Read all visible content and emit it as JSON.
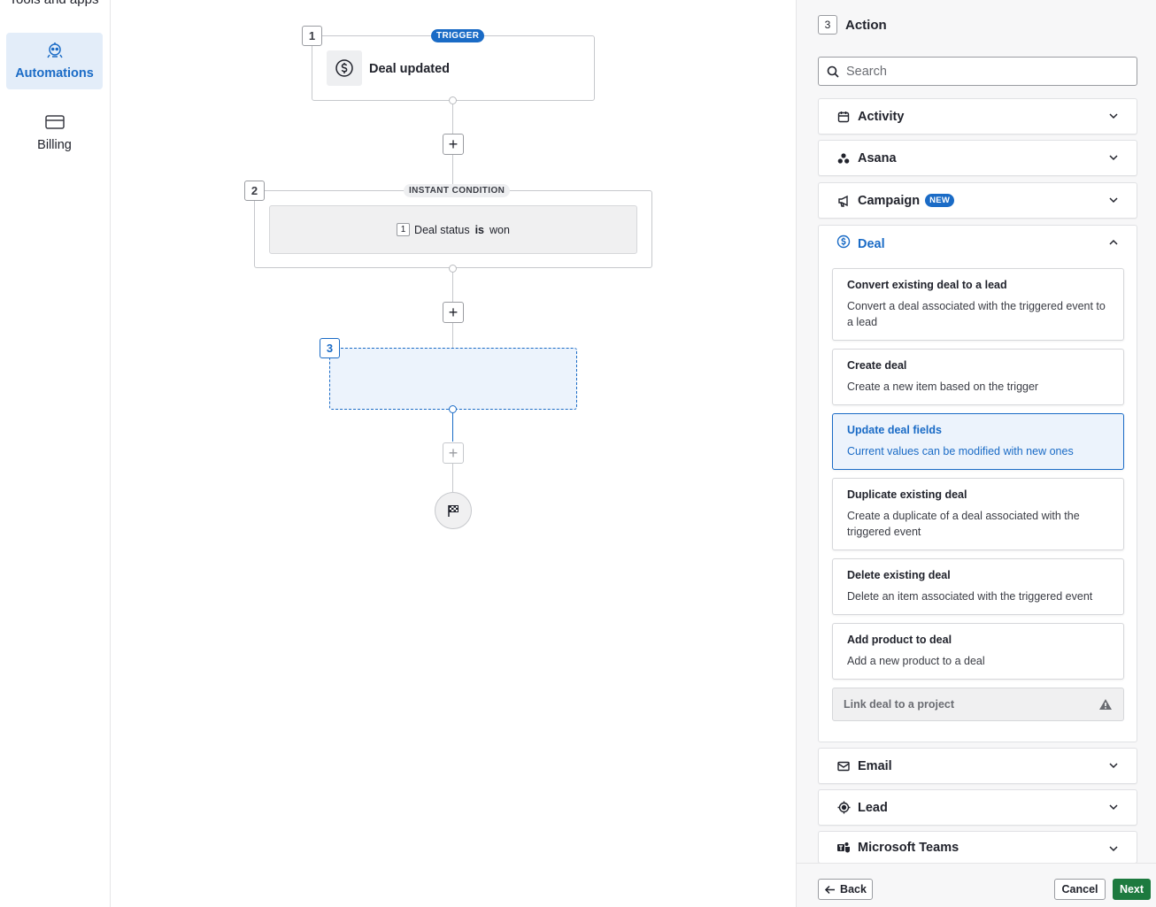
{
  "leftnav": {
    "top_label": "Tools and apps",
    "items": [
      {
        "label": "Automations",
        "icon": "automations-icon",
        "active": true
      },
      {
        "label": "Billing",
        "icon": "billing-card-icon",
        "active": false
      }
    ]
  },
  "canvas": {
    "step1": {
      "number": "1",
      "badge": "TRIGGER",
      "title": "Deal updated",
      "icon": "dollar-circle-icon"
    },
    "step2": {
      "number": "2",
      "badge": "INSTANT CONDITION",
      "condition_index": "1",
      "condition_field": "Deal status",
      "condition_operator": "is",
      "condition_value": "won"
    },
    "step3": {
      "number": "3"
    },
    "plus": "+",
    "end_icon": "finish-flag-icon"
  },
  "panel": {
    "step_number": "3",
    "title": "Action",
    "search_placeholder": "Search",
    "categories": [
      {
        "label": "Activity",
        "icon": "calendar-icon"
      },
      {
        "label": "Asana",
        "icon": "asana-icon"
      },
      {
        "label": "Campaign",
        "icon": "megaphone-icon",
        "badge": "NEW"
      },
      {
        "label": "Deal",
        "icon": "dollar-circle-icon",
        "expanded": true
      },
      {
        "label": "Email",
        "icon": "envelope-icon"
      },
      {
        "label": "Lead",
        "icon": "target-icon"
      },
      {
        "label": "Microsoft Teams",
        "icon": "teams-icon"
      }
    ],
    "deal_actions": [
      {
        "title": "Convert existing deal to a lead",
        "desc": "Convert a deal associated with the triggered event to a lead"
      },
      {
        "title": "Create deal",
        "desc": "Create a new item based on the trigger"
      },
      {
        "title": "Update deal fields",
        "desc": "Current values can be modified with new ones",
        "selected": true
      },
      {
        "title": "Duplicate existing deal",
        "desc": "Create a duplicate of a deal associated with the triggered event"
      },
      {
        "title": "Delete existing deal",
        "desc": "Delete an item associated with the triggered event"
      },
      {
        "title": "Add product to deal",
        "desc": "Add a new product to a deal"
      },
      {
        "title": "Link deal to a project",
        "disabled": true,
        "icon": "warning-icon"
      }
    ],
    "footer": {
      "back": "Back",
      "cancel": "Cancel",
      "next": "Next"
    },
    "colors": {
      "accent": "#1a6bc6",
      "next_button": "#1d7a3f",
      "selected_bg": "#ecf3fc"
    }
  }
}
